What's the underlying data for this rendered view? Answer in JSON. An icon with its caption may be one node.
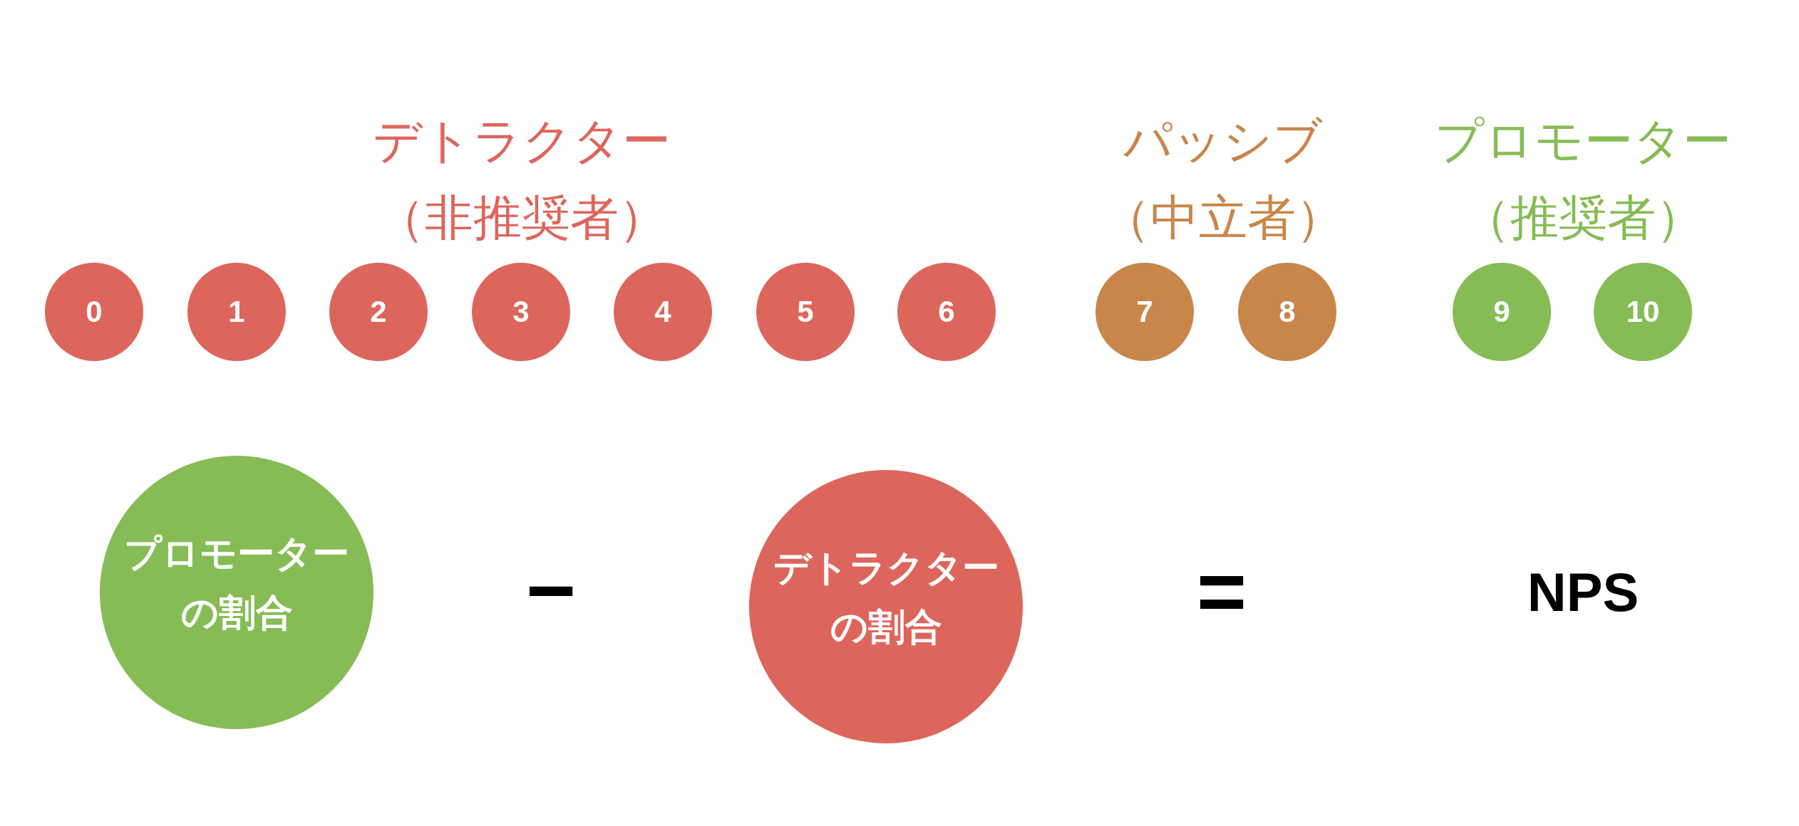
{
  "diagram": {
    "nodes": [
      {
        "text": [
          "0"
        ]
      },
      {
        "text": [
          "1"
        ]
      },
      {
        "text": [
          "2"
        ]
      },
      {
        "text": [
          "3"
        ]
      },
      {
        "text": [
          "4"
        ]
      },
      {
        "text": [
          "5"
        ]
      },
      {
        "text": [
          "6"
        ]
      },
      {
        "text": [
          "7"
        ]
      },
      {
        "text": [
          "8"
        ]
      },
      {
        "text": [
          "9"
        ]
      },
      {
        "text": [
          "10"
        ]
      },
      {
        "text": [
          "プロモーターの割合"
        ]
      },
      {
        "text": [
          "デトラクターの割合"
        ]
      }
    ],
    "labels": [
      "デトラクター（非推奨者）",
      "パッシブ（中立者）",
      "プロモーター（推奨者）",
      "−",
      "=",
      "NPS"
    ]
  }
}
